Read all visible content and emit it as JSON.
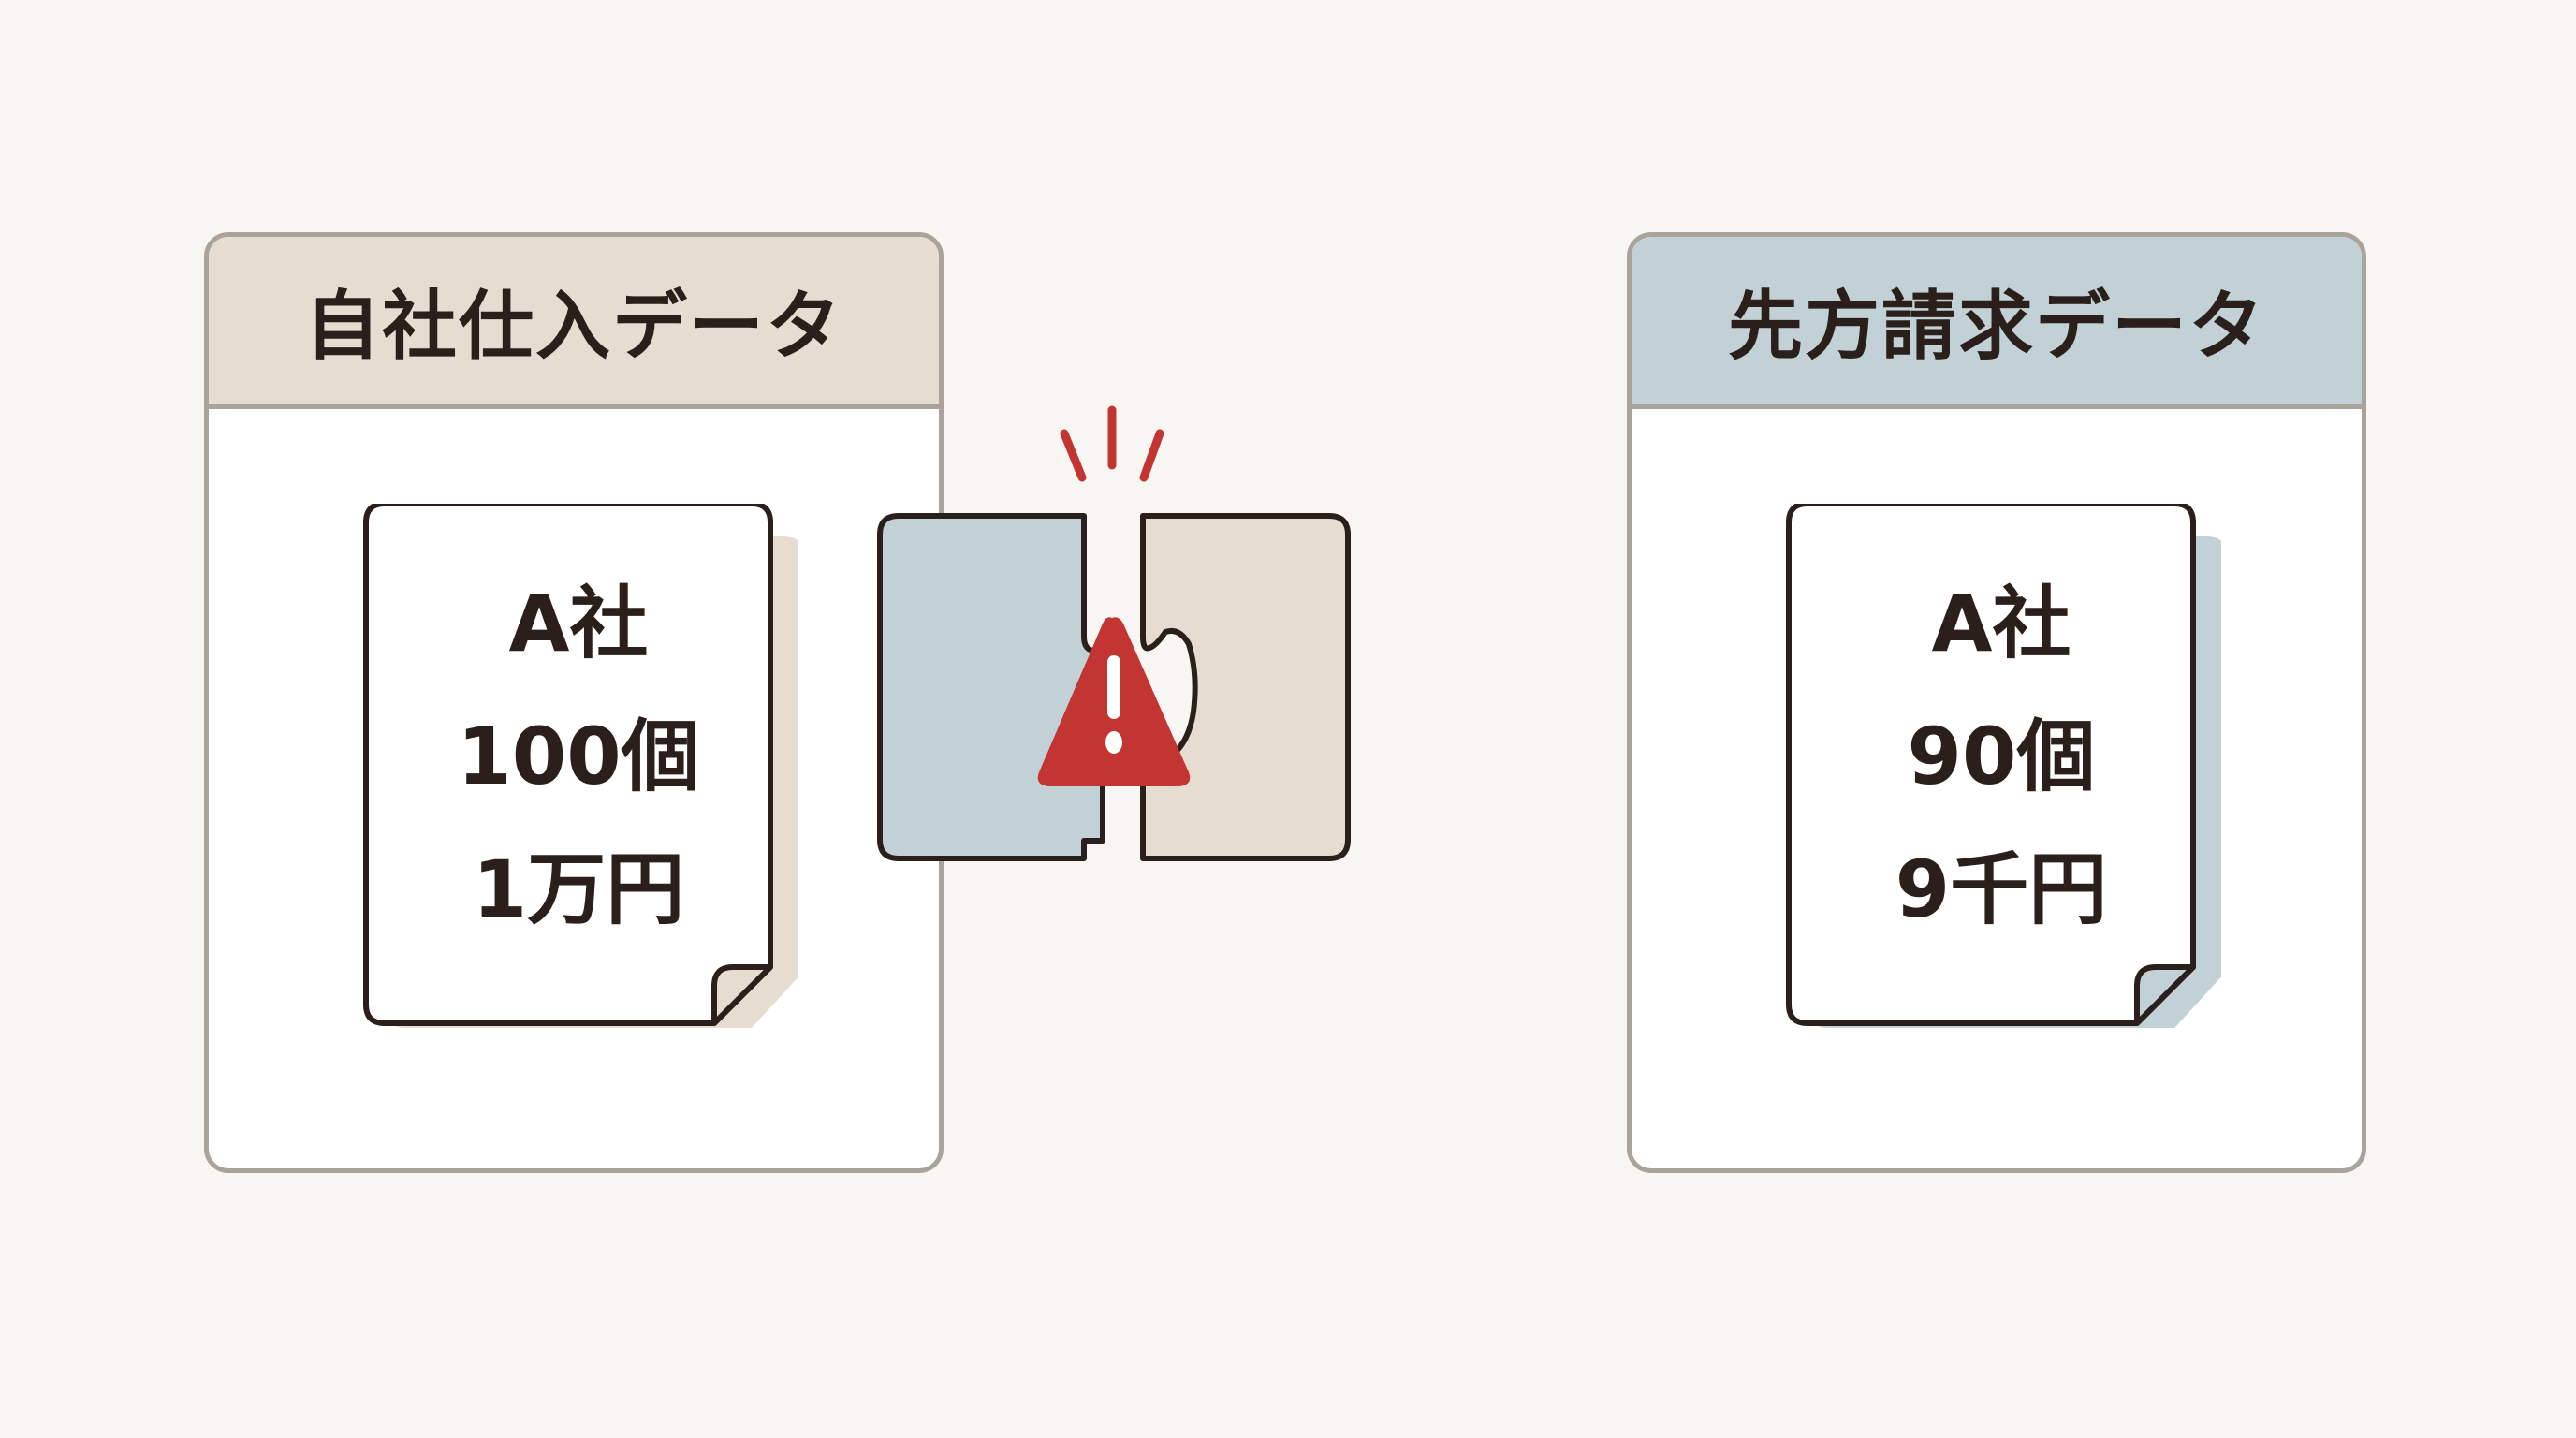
{
  "left_panel": {
    "title": "自社仕入データ",
    "header_color": "#e6ddd0",
    "document": {
      "lines": [
        "A社",
        "100個",
        "1万円"
      ],
      "shadow_color": "#e6ddd0"
    }
  },
  "right_panel": {
    "title": "先方請求データ",
    "header_color": "#c1d1d5",
    "document": {
      "lines": [
        "A社",
        "90個",
        "9千円"
      ],
      "shadow_color": "#c1d1d5"
    }
  },
  "center": {
    "left_piece_color": "#c1d1d5",
    "right_piece_color": "#e6ddd0",
    "warning_icon": "warning-triangle-exclamation",
    "warning_color": "#c33533",
    "alert_burst": "alert-burst-lines"
  }
}
